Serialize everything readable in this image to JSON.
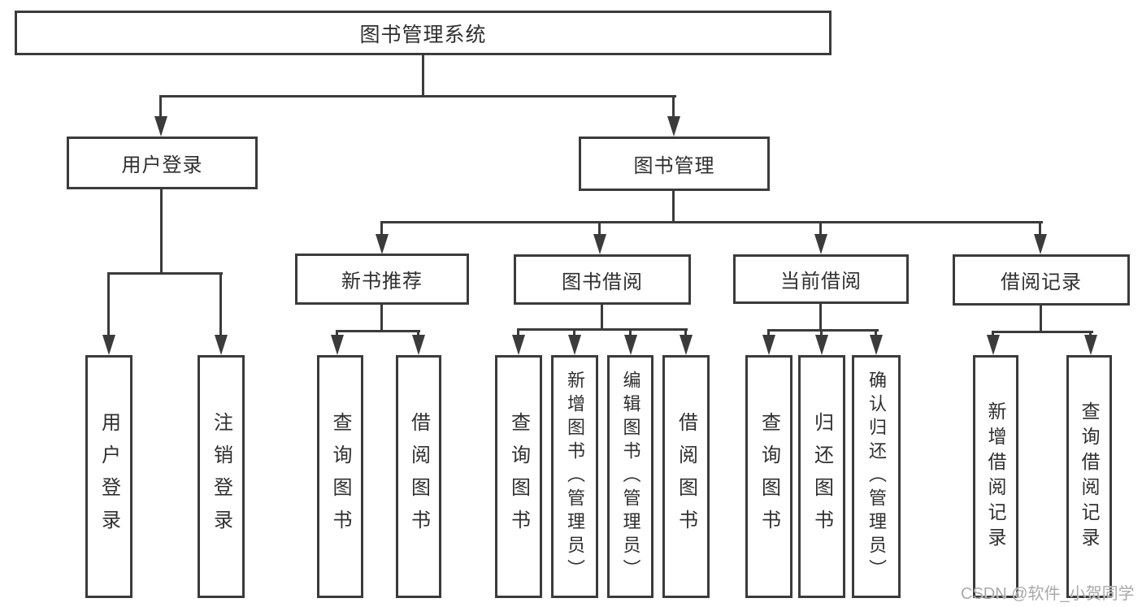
{
  "diagram": {
    "root": {
      "label": "图书管理系统"
    },
    "level2": [
      {
        "label": "用户登录"
      },
      {
        "label": "图书管理"
      }
    ],
    "level3": [
      {
        "label": "新书推荐"
      },
      {
        "label": "图书借阅"
      },
      {
        "label": "当前借阅"
      },
      {
        "label": "借阅记录"
      }
    ],
    "leaves": {
      "user_login": [
        {
          "label": "用户登录"
        },
        {
          "label": "注销登录"
        }
      ],
      "new_book_recommendation": [
        {
          "label": "查询图书"
        },
        {
          "label": "借阅图书"
        }
      ],
      "book_borrowing": [
        {
          "label": "查询图书"
        },
        {
          "label": "新增图书（管理员）"
        },
        {
          "label": "编辑图书（管理员）"
        },
        {
          "label": "借阅图书"
        }
      ],
      "current_borrowing": [
        {
          "label": "查询图书"
        },
        {
          "label": "归还图书"
        },
        {
          "label": "确认归还（管理员）"
        }
      ],
      "borrowing_records": [
        {
          "label": "新增借阅记录"
        },
        {
          "label": "查询借阅记录"
        }
      ]
    }
  },
  "watermark": {
    "text": "CSDN @软件_小贺同学"
  },
  "colors": {
    "line": "#3b3b3b",
    "text": "#2f2f2f",
    "watermark": "#a9a9a9",
    "background": "#ffffff"
  }
}
